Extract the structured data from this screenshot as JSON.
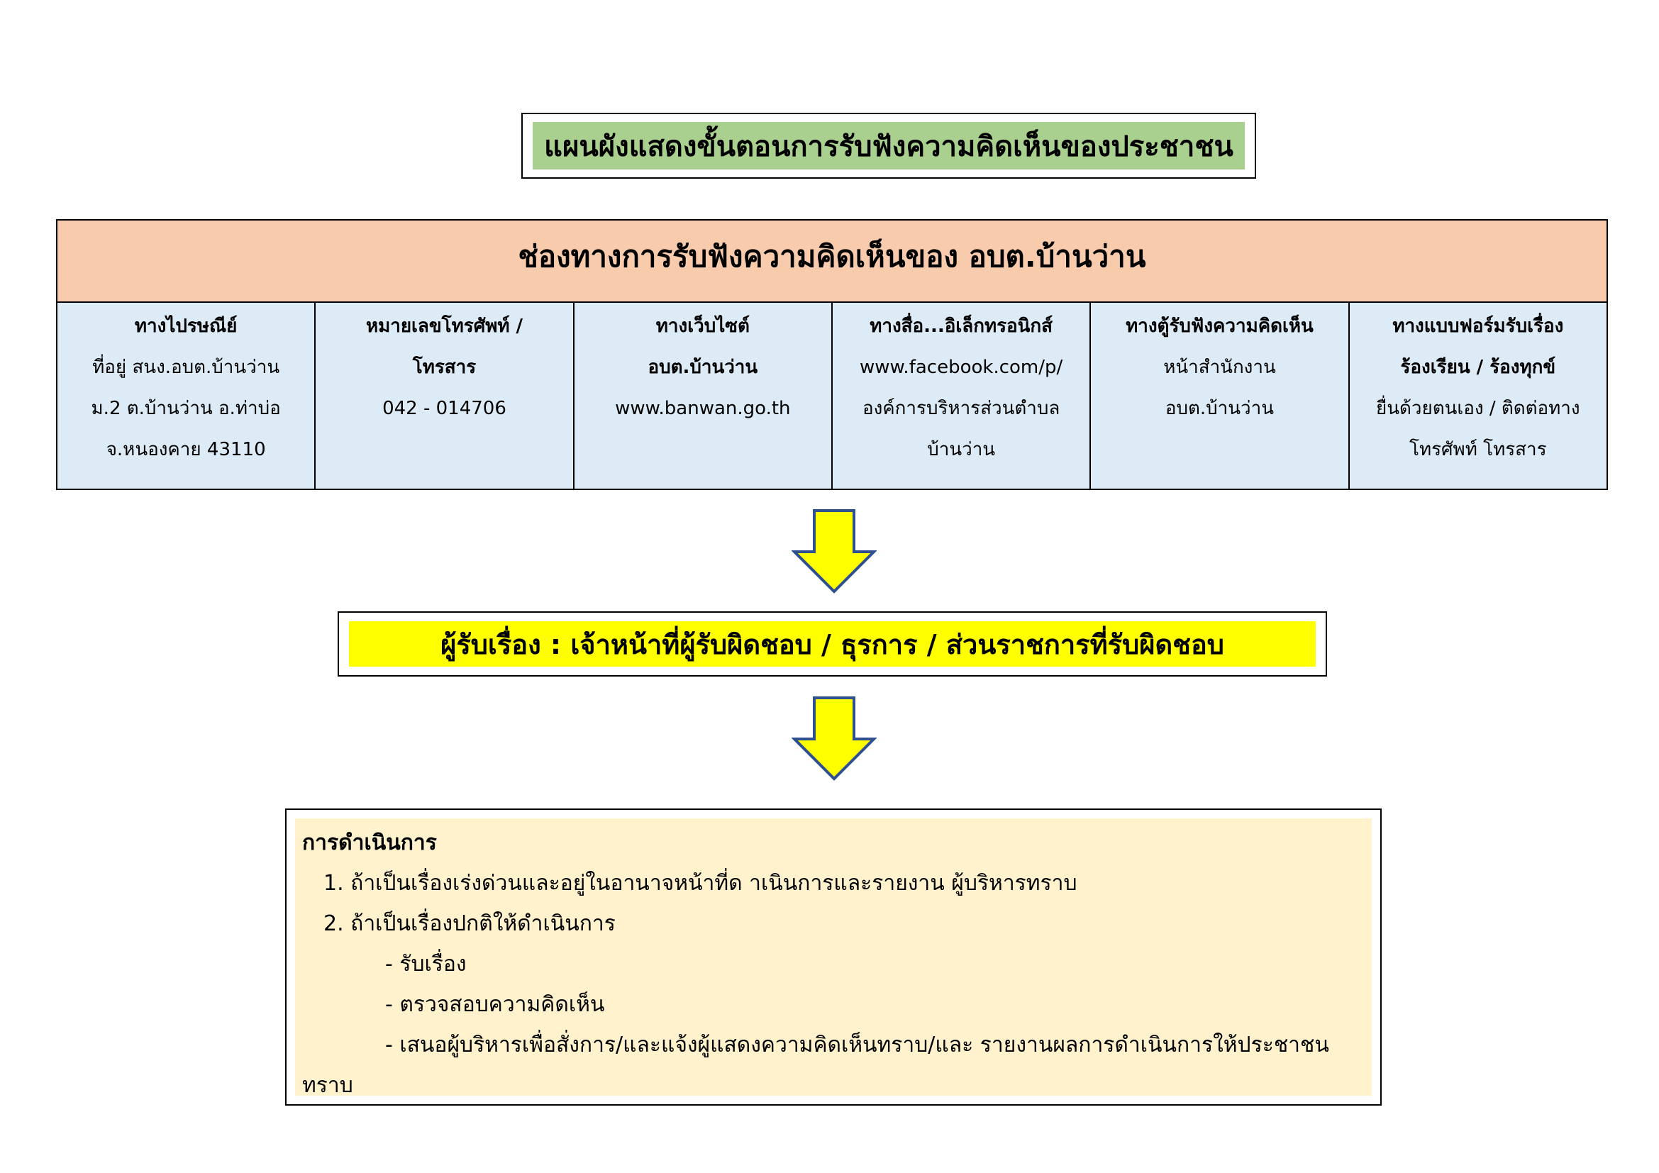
{
  "title": "แผนผังแสดงขั้นตอนการรับฟังความคิดเห็นของประชาชน",
  "channels": {
    "header": "ช่องทางการรับฟังความคิดเห็นของ อบต.บ้านว่าน",
    "columns": [
      {
        "title": "ทางไปรษณีย์",
        "lines": [
          "ที่อยู่ สนง.อบต.บ้านว่าน",
          "ม.2 ต.บ้านว่าน อ.ท่าบ่อ",
          "จ.หนองคาย 43110"
        ]
      },
      {
        "title": "หมายเลขโทรศัพท์ /",
        "title2": "โทรสาร",
        "lines": [
          "042 - 014706"
        ]
      },
      {
        "title": "ทางเว็บไซต์",
        "title2": "อบต.บ้านว่าน",
        "lines": [
          "www.banwan.go.th"
        ]
      },
      {
        "title": "ทางสื่อ...อิเล็กทรอนิกส์",
        "lines": [
          "www.facebook.com/p/",
          "องค์การบริหารส่วนตำบล",
          "บ้านว่าน"
        ]
      },
      {
        "title": "ทางตู้รับฟังความคิดเห็น",
        "lines": [
          "หน้าสำนักงาน",
          "อบต.บ้านว่าน"
        ]
      },
      {
        "title": "ทางแบบฟอร์มรับเรื่อง",
        "title2": "ร้องเรียน / ร้องทุกข์",
        "lines": [
          "ยื่นด้วยตนเอง / ติดต่อทาง",
          "โทรศัพท์ โทรสาร"
        ]
      }
    ]
  },
  "handler": "ผู้รับเรื่อง :  เจ้าหน้าที่ผู้รับผิดชอบ / ธุรการ / ส่วนราชการที่รับผิดชอบ",
  "process": {
    "title": "การดำเนินการ",
    "item1": "1. ถ้าเป็นเรื่องเร่งด่วนและอยู่ในอานาจหน้าที่ด าเนินการและรายงาน ผู้บริหารทราบ",
    "item2": "2. ถ้าเป็นเรื่องปกติให้ดำเนินการ",
    "sub1": "- รับเรื่อง",
    "sub2": "- ตรวจสอบความคิดเห็น",
    "sub3": "- เสนอผู้บริหารเพื่อสั่งการ/และแจ้งผู้แสดงความคิดเห็นทราบ/และ รายงานผลการดำเนินการให้ประชาชน",
    "sub3_cont": "ทราบ"
  },
  "colors": {
    "title_fill": "#a9d08e",
    "header_fill": "#f8cbad",
    "channel_fill": "#ddebf7",
    "handler_fill": "#ffff00",
    "process_fill": "#fff2cc",
    "arrow_fill": "#ffff00",
    "arrow_stroke": "#2f4f8f"
  }
}
